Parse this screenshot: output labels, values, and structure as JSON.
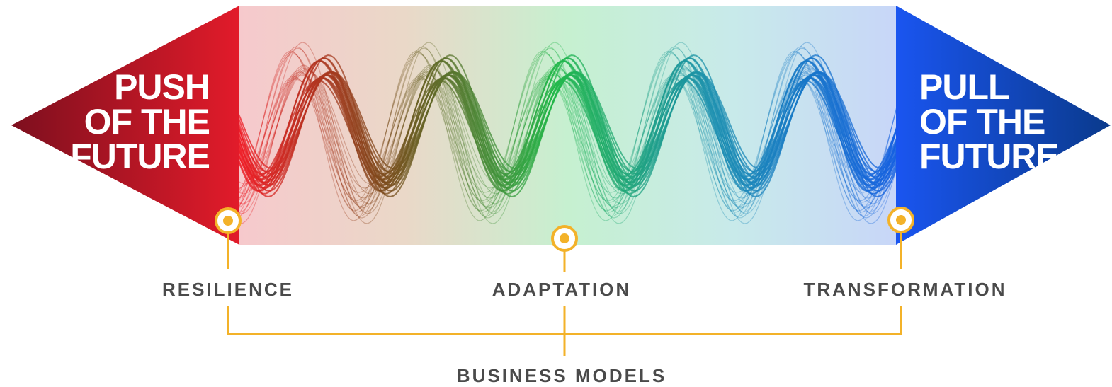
{
  "push": {
    "lines": [
      "PUSH",
      "OF THE",
      "FUTURE"
    ]
  },
  "pull": {
    "lines": [
      "PULL",
      "OF THE",
      "FUTURE"
    ]
  },
  "stages": [
    {
      "label": "RESILIENCE"
    },
    {
      "label": "ADAPTATION"
    },
    {
      "label": "TRANSFORMATION"
    }
  ],
  "group_label": "BUSINESS MODELS",
  "colors": {
    "push_dark": "#7d0f1e",
    "push_bright": "#e21b2a",
    "pull_dark": "#0a3a8c",
    "pull_bright": "#1a55f0",
    "marker": "#f3b229",
    "connector": "#f3b229",
    "label": "#4a4a4a",
    "wave_red": "#ee1c25",
    "wave_brown": "#7a4a1a",
    "wave_green": "#22b84a",
    "wave_teal": "#1b8fb0",
    "wave_blue": "#1560e0"
  }
}
